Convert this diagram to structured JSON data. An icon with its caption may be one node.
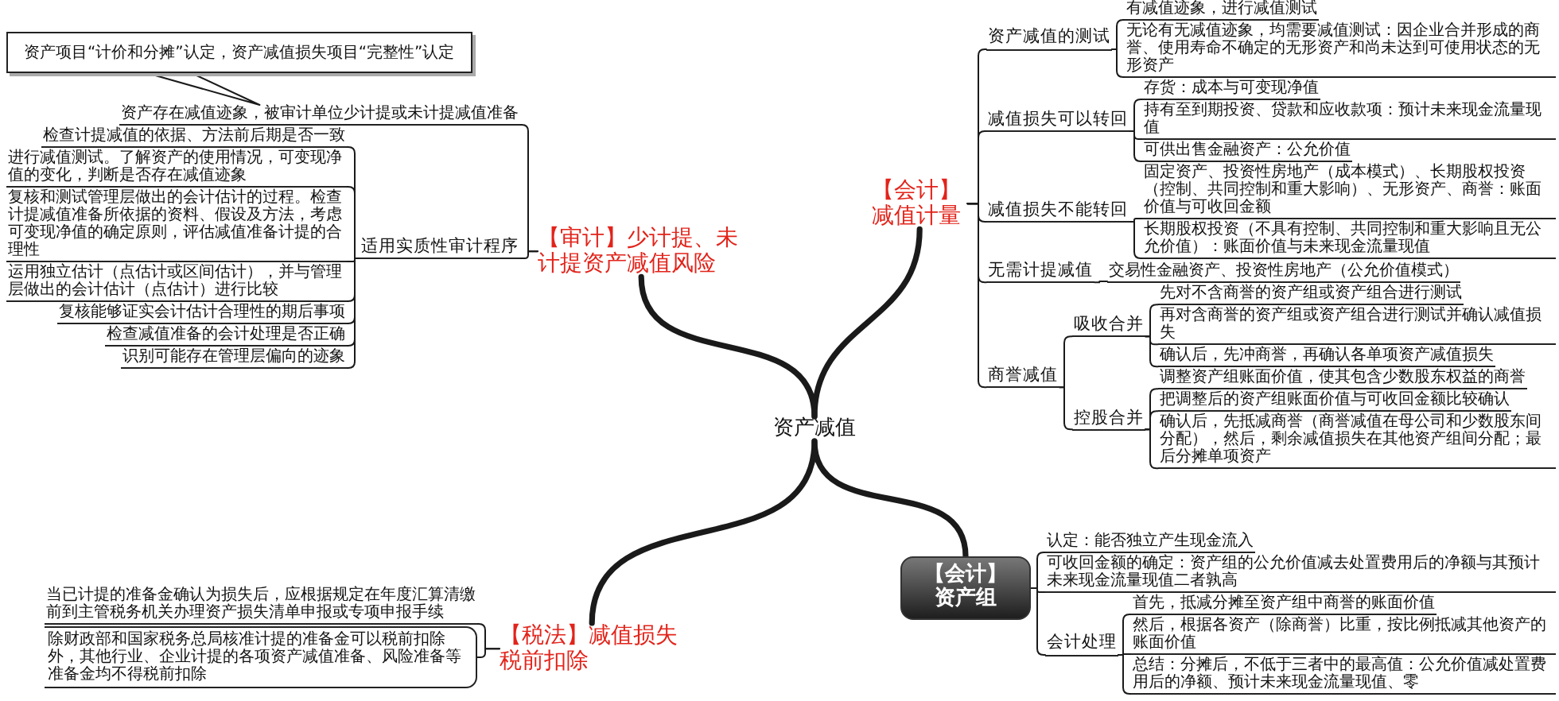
{
  "diagram": {
    "nodes": [
      {
        "text": [
          "资产减值"
        ]
      },
      {
        "text": [
          "【会计】减值计量"
        ]
      },
      {
        "text": [
          "【审计】少计提、未计提资产减值风险"
        ]
      },
      {
        "text": [
          "【税法】减值损失税前扣除"
        ]
      },
      {
        "text": [
          "【会计】资产组"
        ]
      },
      {
        "text": [
          "资产减值的测试"
        ]
      },
      {
        "text": [
          "有减值迹象，进行减值测试"
        ]
      },
      {
        "text": [
          "无论有无减值迹象，均需要减值测试：因企业合并形成的商誉、使用寿命不确定的无形资产和尚未达到可使用状态的无形资产"
        ]
      },
      {
        "text": [
          "减值损失可以转回"
        ]
      },
      {
        "text": [
          "存货：成本与可变现净值"
        ]
      },
      {
        "text": [
          "持有至到期投资、贷款和应收款项：预计未来现金流量现值"
        ]
      },
      {
        "text": [
          "可供出售金融资产：公允价值"
        ]
      },
      {
        "text": [
          "减值损失不能转回"
        ]
      },
      {
        "text": [
          "固定资产、投资性房地产（成本模式）、长期股权投资（控制、共同控制和重大影响）、无形资产、商誉：账面价值与可收回金额"
        ]
      },
      {
        "text": [
          "长期股权投资（不具有控制、共同控制和重大影响且无公允价值）：账面价值与未来现金流量现值"
        ]
      },
      {
        "text": [
          "无需计提减值"
        ]
      },
      {
        "text": [
          "交易性金融资产、投资性房地产（公允价值模式）"
        ]
      },
      {
        "text": [
          "商誉减值"
        ]
      },
      {
        "text": [
          "吸收合并"
        ]
      },
      {
        "text": [
          "先对不含商誉的资产组或资产组合进行测试"
        ]
      },
      {
        "text": [
          "再对含商誉的资产组或资产组合进行测试并确认减值损失"
        ]
      },
      {
        "text": [
          "确认后，先冲商誉，再确认各单项资产减值损失"
        ]
      },
      {
        "text": [
          "控股合并"
        ]
      },
      {
        "text": [
          "调整资产组账面价值，使其包含少数股东权益的商誉"
        ]
      },
      {
        "text": [
          "把调整后的资产组账面价值与可收回金额比较确认"
        ]
      },
      {
        "text": [
          "确认后，先抵减商誉（商誉减值在母公司和少数股东间分配），然后，剩余减值损失在其他资产组间分配；最后分摊单项资产"
        ]
      },
      {
        "text": [
          "认定：能否独立产生现金流入"
        ]
      },
      {
        "text": [
          "可收回金额的确定：资产组的公允价值减去处置费用后的净额与其预计未来现金流量现值二者孰高"
        ]
      },
      {
        "text": [
          "会计处理"
        ]
      },
      {
        "text": [
          "首先，抵减分摊至资产组中商誉的账面价值"
        ]
      },
      {
        "text": [
          "然后，根据各资产（除商誉）比重，按比例抵减其他资产的账面价值"
        ]
      },
      {
        "text": [
          "总结：分摊后，不低于三者中的最高值：公允价值减处置费用后的净额、预计未来现金流量现值、零"
        ]
      },
      {
        "text": [
          "资产存在减值迹象，被审计单位少计提或未计提减值准备"
        ]
      },
      {
        "text": [
          "资产项目“计价和分摊”认定，资产减值损失项目“完整性”认定"
        ]
      },
      {
        "text": [
          "适用实质性审计程序"
        ]
      },
      {
        "text": [
          "检查计提减值的依据、方法前后期是否一致"
        ]
      },
      {
        "text": [
          "进行减值测试。了解资产的使用情况，可变现净值的变化，判断是否存在减值迹象"
        ]
      },
      {
        "text": [
          "复核和测试管理层做出的会计估计的过程。检查计提减值准备所依据的资料、假设及方法，考虑可变现净值的确定原则，评估减值准备计提的合理性"
        ]
      },
      {
        "text": [
          "运用独立估计（点估计或区间估计），并与管理层做出的会计估计（点估计）进行比较"
        ]
      },
      {
        "text": [
          "复核能够证实会计估计合理性的期后事项"
        ]
      },
      {
        "text": [
          "检查减值准备的会计处理是否正确"
        ]
      },
      {
        "text": [
          "识别可能存在管理层偏向的迹象"
        ]
      },
      {
        "text": [
          "当已计提的准备金确认为损失后，应根据规定在年度汇算清缴前到主管税务机关办理资产损失清单申报或专项申报手续"
        ]
      },
      {
        "text": [
          "除财政部和国家税务总局核准计提的准备金可以税前扣除外，其他行业、企业计提的各项资产减值准备、风险准备等准备金均不得税前扣除"
        ]
      }
    ],
    "edges": [
      {
        "from": 0,
        "to": 1,
        "arrow": "none",
        "style": "thick"
      },
      {
        "from": 0,
        "to": 2,
        "arrow": "none",
        "style": "thick"
      },
      {
        "from": 0,
        "to": 3,
        "arrow": "none",
        "style": "thick"
      },
      {
        "from": 0,
        "to": 4,
        "arrow": "none",
        "style": "thick"
      },
      {
        "from": 1,
        "to": 5,
        "arrow": "none"
      },
      {
        "from": 5,
        "to": 6,
        "arrow": "none"
      },
      {
        "from": 5,
        "to": 7,
        "arrow": "none"
      },
      {
        "from": 1,
        "to": 8,
        "arrow": "none"
      },
      {
        "from": 8,
        "to": 9,
        "arrow": "none"
      },
      {
        "from": 8,
        "to": 10,
        "arrow": "none"
      },
      {
        "from": 8,
        "to": 11,
        "arrow": "none"
      },
      {
        "from": 1,
        "to": 12,
        "arrow": "none"
      },
      {
        "from": 12,
        "to": 13,
        "arrow": "none"
      },
      {
        "from": 12,
        "to": 14,
        "arrow": "none"
      },
      {
        "from": 1,
        "to": 15,
        "arrow": "none"
      },
      {
        "from": 15,
        "to": 16,
        "arrow": "none"
      },
      {
        "from": 1,
        "to": 17,
        "arrow": "none"
      },
      {
        "from": 17,
        "to": 18,
        "arrow": "none"
      },
      {
        "from": 18,
        "to": 19,
        "arrow": "none"
      },
      {
        "from": 18,
        "to": 20,
        "arrow": "none"
      },
      {
        "from": 18,
        "to": 21,
        "arrow": "none"
      },
      {
        "from": 17,
        "to": 22,
        "arrow": "none"
      },
      {
        "from": 22,
        "to": 23,
        "arrow": "none"
      },
      {
        "from": 22,
        "to": 24,
        "arrow": "none"
      },
      {
        "from": 22,
        "to": 25,
        "arrow": "none"
      },
      {
        "from": 4,
        "to": 26,
        "arrow": "none"
      },
      {
        "from": 4,
        "to": 27,
        "arrow": "none"
      },
      {
        "from": 4,
        "to": 28,
        "arrow": "none"
      },
      {
        "from": 28,
        "to": 29,
        "arrow": "none"
      },
      {
        "from": 28,
        "to": 30,
        "arrow": "none"
      },
      {
        "from": 28,
        "to": 31,
        "arrow": "none"
      },
      {
        "from": 33,
        "to": 32,
        "arrow": "none"
      },
      {
        "from": 2,
        "to": 32,
        "arrow": "none"
      },
      {
        "from": 2,
        "to": 34,
        "arrow": "none"
      },
      {
        "from": 34,
        "to": 35,
        "arrow": "none"
      },
      {
        "from": 34,
        "to": 36,
        "arrow": "none"
      },
      {
        "from": 34,
        "to": 37,
        "arrow": "none"
      },
      {
        "from": 34,
        "to": 38,
        "arrow": "none"
      },
      {
        "from": 34,
        "to": 39,
        "arrow": "none"
      },
      {
        "from": 34,
        "to": 40,
        "arrow": "none"
      },
      {
        "from": 34,
        "to": 41,
        "arrow": "none"
      },
      {
        "from": 3,
        "to": 42,
        "arrow": "none"
      },
      {
        "from": 3,
        "to": 43,
        "arrow": "none"
      }
    ]
  }
}
